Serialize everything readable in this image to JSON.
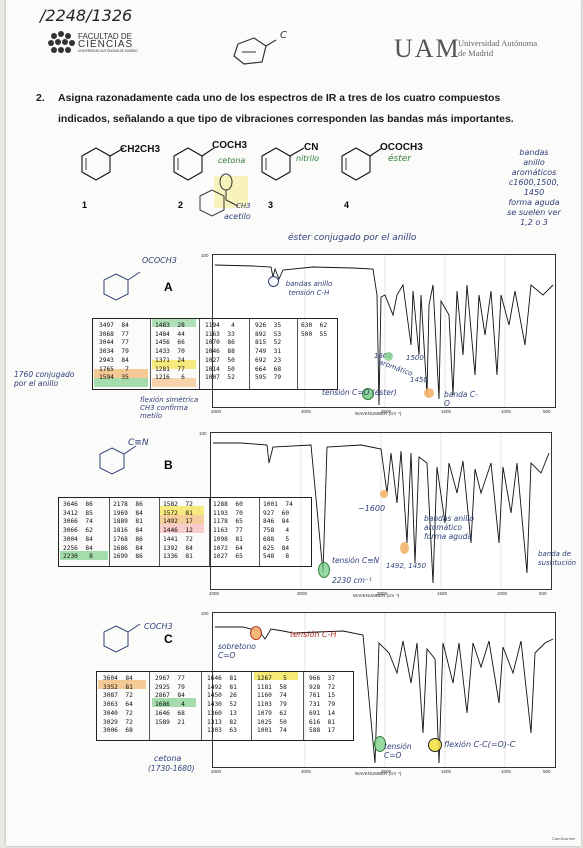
{
  "header": {
    "handwritten_id": "/2248/1326",
    "faculty_line1": "FACULTAD DE",
    "faculty_line2": "CIENCIAS",
    "faculty_line3": "UNIVERSIDAD AUTÓNOMA DE MADRID",
    "uam_logo": "UAM",
    "uam_name_line1": "Universidad Autónoma",
    "uam_name_line2": "de Madrid",
    "sketch_letter": "C"
  },
  "question": {
    "number": "2.",
    "text": "Asigna razonadamente cada uno de los espectros de IR a tres de los cuatro compuestos indicados, señalando a que tipo de vibraciones corresponden las bandas más importantes."
  },
  "compounds": [
    {
      "formula": "CH2CH3",
      "number": "1",
      "note": ""
    },
    {
      "formula": "COCH3",
      "number": "2",
      "note": "cetona"
    },
    {
      "formula": "CN",
      "number": "3",
      "note": "nitrilo"
    },
    {
      "formula": "OCOCH3",
      "number": "4",
      "note": "éster"
    }
  ],
  "compound2_sketch_label": "acetilo",
  "compound2_sketch_group": "CH3",
  "side_note": [
    "bandas",
    "anillo",
    "aromáticos",
    "c1600,1500,",
    "1450",
    "forma aguda",
    "se suelen ver",
    "1,2 o 3"
  ],
  "ester_note": "éster conjugado por el anillo",
  "spectra": [
    {
      "letter": "A",
      "sketch_label": "OCOCH3",
      "table_columns": [
        [
          "3497  84",
          "3068  77",
          "3044  77",
          "3034  79",
          "2943  84",
          "1765   7",
          "1594  35"
        ],
        [
          "1483  28",
          "1484  44",
          "1456  66",
          "1433  70",
          "1371  24",
          "1281  77",
          "1216   6"
        ],
        [
          "1194   4",
          "1163  33",
          "1070  86",
          "1046  88",
          "1027  50",
          "1014  50",
          "1007  52"
        ],
        [
          "926  35",
          "892  53",
          "815  52",
          "749  31",
          "692  23",
          "664  68",
          "595  79"
        ],
        [
          "630  62",
          "500  55"
        ]
      ],
      "annotations": [
        "bandas anillo",
        "tensión C-H",
        "1600",
        "1500",
        "aromático",
        "1450",
        "tensión C=O (éster)",
        "banda C-O",
        "1760 conjugado por el anillo",
        "flexión simétrica CH3 confirma metilo"
      ],
      "x_axis": "WAVENUMBER (cm⁻¹)",
      "x_ticks": [
        "4000",
        "3000",
        "2000",
        "1500",
        "1000",
        "500"
      ],
      "y_tick": "100"
    },
    {
      "letter": "B",
      "sketch_label": "C≡N",
      "table_columns": [
        [
          "3646  86",
          "3412  85",
          "3066  74",
          "3066  62",
          "3004  84",
          "2256  84",
          "2230   8"
        ],
        [
          "2178  86",
          "1969  84",
          "1889  81",
          "1816  84",
          "1768  86",
          "1686  84",
          "1699  86"
        ],
        [
          "1582  72",
          "1572  81",
          "1492  17",
          "1446  12",
          "1441  72",
          "1392  84",
          "1336  81"
        ],
        [
          "1288  60",
          "1193  70",
          "1178  65",
          "1163  77",
          "1098  81",
          "1072  64",
          "1027  65"
        ],
        [
          "1001  74",
          "927  60",
          "846  84",
          "758   4",
          "688   5",
          "625  84",
          "548   8"
        ]
      ],
      "annotations": [
        "~1600",
        "bandas anillo aromático forma aguda",
        "tensión C≡N",
        "2230 cm⁻¹",
        "1492, 1450",
        "banda de sustitución"
      ],
      "x_axis": "WAVENUMBER (cm⁻¹)",
      "x_ticks": [
        "4000",
        "3000",
        "2000",
        "1500",
        "1000",
        "500"
      ],
      "y_tick": "100"
    },
    {
      "letter": "C",
      "sketch_label": "COCH3",
      "table_columns": [
        [
          "3604  84",
          "3352  81",
          "3087  72",
          "3063  64",
          "3040  72",
          "3029  72",
          "3006  68"
        ],
        [
          "2967  77",
          "2925  79",
          "2867  84",
          "1686   4",
          "1646  68",
          "1589  21"
        ],
        [
          "1646  81",
          "1492  81",
          "1450  26",
          "1430  52",
          "1360  13",
          "1313  82",
          "1303  63"
        ],
        [
          "1267   5",
          "1181  58",
          "1160  74",
          "1103  79",
          "1079  62",
          "1025  50",
          "1001  74"
        ],
        [
          "966  37",
          "928  72",
          "761  15",
          "731  79",
          "691  14",
          "616  81",
          "588  17"
        ]
      ],
      "annotations": [
        "sobretono C=O",
        "tensión C-H",
        "cetona",
        "(1730-1680)",
        "tensión C=O",
        "flexión C-C(=O)-C"
      ],
      "x_axis": "WAVENUMBER (cm⁻¹)",
      "x_ticks": [
        "4000",
        "3000",
        "2000",
        "1500",
        "1000",
        "500"
      ],
      "y_tick": "100"
    }
  ],
  "scanner_stamp": "CamScanner",
  "colors": {
    "ink_blue": "#31407a",
    "ink_green": "#2f7c3a",
    "ink_red": "#b4342a",
    "hl_yellow": "#f3e34a",
    "hl_orange": "#f2b36b",
    "hl_green": "#7fcf8b",
    "hl_pink": "#f5b2b2"
  }
}
